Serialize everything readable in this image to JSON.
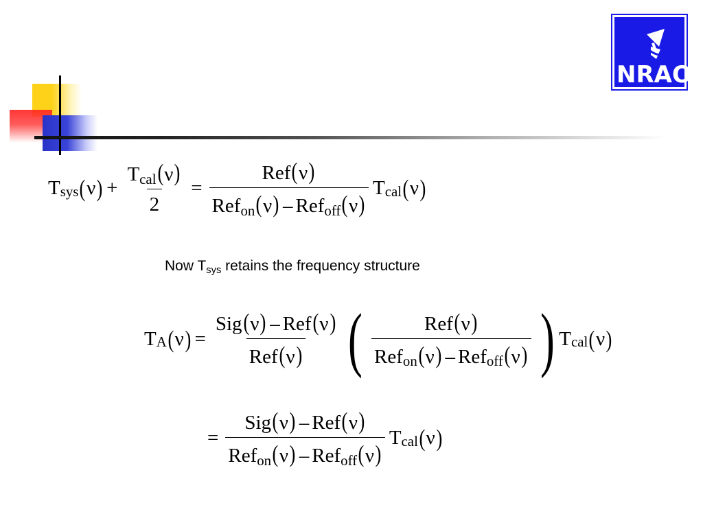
{
  "symbols": {
    "T": "T",
    "sys": "sys",
    "cal": "cal",
    "A": "A",
    "nu": "ν",
    "lp": "(",
    "rp": ")",
    "plus": "+",
    "minus": "–",
    "equals": "=",
    "two": "2",
    "Ref": "Ref",
    "Sig": "Sig",
    "on": "on",
    "off": "off"
  },
  "note": {
    "prefix": "Now T",
    "sub": "sys",
    "suffix": " retains the frequency structure"
  },
  "logo": {
    "text": "NRAO",
    "color": "#1a1ae6"
  },
  "colors": {
    "yellow": "#ffd21a",
    "red": "#ff2020",
    "blue": "#2a33c8"
  }
}
